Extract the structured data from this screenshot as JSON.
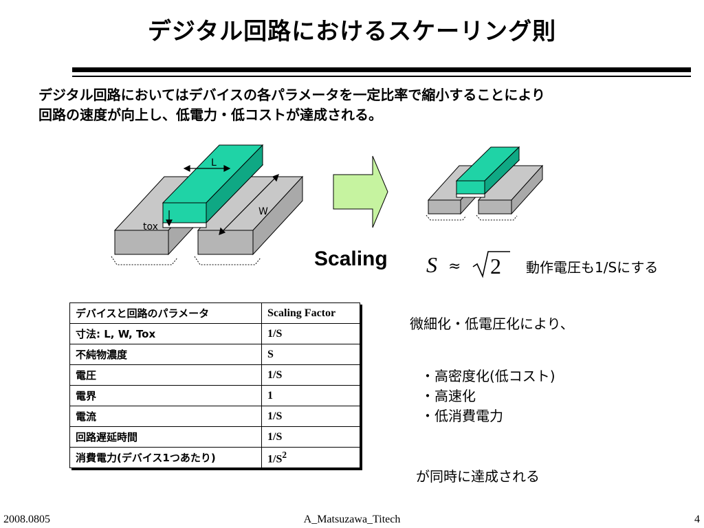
{
  "title": "デジタル回路におけるスケーリング則",
  "intro": {
    "line1": "デジタル回路においてはデバイスの各パラメータを一定比率で縮小することにより",
    "line2": "回路の速度が向上し、低電力・低コストが達成される。"
  },
  "diagram": {
    "label_L": "L",
    "label_W": "W",
    "label_tox": "tox",
    "colors": {
      "gate": "#1fd3a6",
      "gate_side": "#0fa884",
      "substrate_top": "#c8c8c8",
      "substrate_side": "#a9a9a9",
      "arrow_fill": "#c6f3a0"
    }
  },
  "scaling_label": "Scaling",
  "formula": {
    "symbol": "S",
    "approx": "≈",
    "radicand": "2",
    "note": "動作電圧も1/Sにする"
  },
  "table": {
    "header": [
      "デバイスと回路のパラメータ",
      "Scaling Factor"
    ],
    "rows": [
      {
        "param": "寸法:  L, W, Tox",
        "factor": "1/S"
      },
      {
        "param": "不純物濃度",
        "factor": "S"
      },
      {
        "param": "電圧",
        "factor": "1/S"
      },
      {
        "param": "電界",
        "factor": "1"
      },
      {
        "param": "電流",
        "factor": "1/S"
      },
      {
        "param": "回路遅延時間",
        "factor": "1/S"
      },
      {
        "param": "消費電力(デバイス1つあたり)",
        "factor": "1/S",
        "factor_sup": "2"
      }
    ]
  },
  "note1": "微細化・低電圧化により、",
  "bullets": [
    "・高密度化(低コスト)",
    "・高速化",
    "・低消費電力"
  ],
  "note2": "が同時に達成される",
  "footer": {
    "date": "2008.0805",
    "author": "A_Matsuzawa_Titech",
    "page": "4"
  }
}
